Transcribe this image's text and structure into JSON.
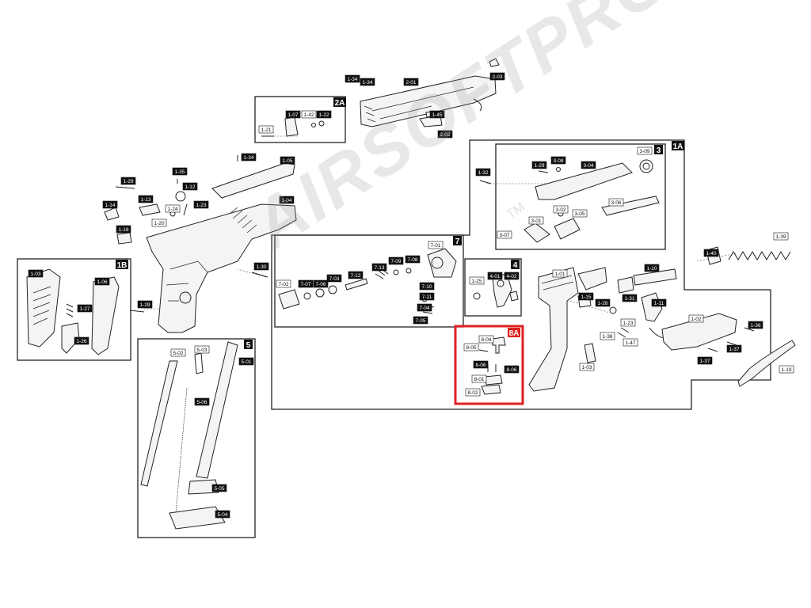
{
  "highlight_color": "#e02020",
  "watermark": {
    "text": "AIRSOFTPRO",
    "mark": "TM"
  },
  "sections": [
    {
      "id": "2A"
    },
    {
      "id": "1A"
    },
    {
      "id": "3"
    },
    {
      "id": "7"
    },
    {
      "id": "4"
    },
    {
      "id": "8A",
      "highlighted": true
    },
    {
      "id": "1B"
    },
    {
      "id": "5"
    }
  ],
  "labels": [
    {
      "text": "1-34",
      "style": "dark"
    },
    {
      "text": "1-34",
      "style": "dark"
    },
    {
      "text": "2-01",
      "style": "dark"
    },
    {
      "text": "2-03",
      "style": "dark"
    },
    {
      "text": "1-07",
      "style": "dark"
    },
    {
      "text": "1-42",
      "style": "light"
    },
    {
      "text": "1-22",
      "style": "dark"
    },
    {
      "text": "1-21",
      "style": "light"
    },
    {
      "text": "1-45",
      "style": "dark"
    },
    {
      "text": "2-02",
      "style": "dark"
    },
    {
      "text": "1-34",
      "style": "dark"
    },
    {
      "text": "1-05",
      "style": "dark"
    },
    {
      "text": "1-35",
      "style": "dark"
    },
    {
      "text": "1-29",
      "style": "dark"
    },
    {
      "text": "1-12",
      "style": "dark"
    },
    {
      "text": "1-13",
      "style": "dark"
    },
    {
      "text": "1-14",
      "style": "dark"
    },
    {
      "text": "1-24",
      "style": "light"
    },
    {
      "text": "1-23",
      "style": "dark"
    },
    {
      "text": "1-04",
      "style": "dark"
    },
    {
      "text": "1-20",
      "style": "light"
    },
    {
      "text": "1-18",
      "style": "dark"
    },
    {
      "text": "1-30",
      "style": "dark"
    },
    {
      "text": "1-29",
      "style": "dark"
    },
    {
      "text": "1-03",
      "style": "dark"
    },
    {
      "text": "1-06",
      "style": "dark"
    },
    {
      "text": "1-27",
      "style": "dark"
    },
    {
      "text": "1-26",
      "style": "dark"
    },
    {
      "text": "5-02",
      "style": "light"
    },
    {
      "text": "5-03",
      "style": "light"
    },
    {
      "text": "5-01",
      "style": "dark"
    },
    {
      "text": "5-06",
      "style": "dark"
    },
    {
      "text": "5-05",
      "style": "dark"
    },
    {
      "text": "5-04",
      "style": "dark"
    },
    {
      "text": "1-32",
      "style": "dark"
    },
    {
      "text": "1-29",
      "style": "dark"
    },
    {
      "text": "3-08",
      "style": "dark"
    },
    {
      "text": "3-04",
      "style": "dark"
    },
    {
      "text": "3-09",
      "style": "light"
    },
    {
      "text": "3-02",
      "style": "light"
    },
    {
      "text": "3-01",
      "style": "light"
    },
    {
      "text": "3-05",
      "style": "light"
    },
    {
      "text": "3-06",
      "style": "light"
    },
    {
      "text": "3-07",
      "style": "light"
    },
    {
      "text": "7-01",
      "style": "light"
    },
    {
      "text": "7-02",
      "style": "light"
    },
    {
      "text": "7-07",
      "style": "dark"
    },
    {
      "text": "7-06",
      "style": "dark"
    },
    {
      "text": "7-03",
      "style": "dark"
    },
    {
      "text": "7-12",
      "style": "dark"
    },
    {
      "text": "7-13",
      "style": "dark"
    },
    {
      "text": "7-09",
      "style": "dark"
    },
    {
      "text": "7-08",
      "style": "dark"
    },
    {
      "text": "7-10",
      "style": "dark"
    },
    {
      "text": "7-11",
      "style": "dark"
    },
    {
      "text": "7-04",
      "style": "dark"
    },
    {
      "text": "7-05",
      "style": "dark"
    },
    {
      "text": "1-25",
      "style": "light"
    },
    {
      "text": "4-01",
      "style": "dark"
    },
    {
      "text": "4-02",
      "style": "dark"
    },
    {
      "text": "8-04",
      "style": "light"
    },
    {
      "text": "8-05",
      "style": "light"
    },
    {
      "text": "8-06",
      "style": "dark"
    },
    {
      "text": "8-06",
      "style": "dark"
    },
    {
      "text": "8-01",
      "style": "light"
    },
    {
      "text": "8-02",
      "style": "light"
    },
    {
      "text": "1-01",
      "style": "light"
    },
    {
      "text": "1-10",
      "style": "dark"
    },
    {
      "text": "1-15",
      "style": "dark"
    },
    {
      "text": "1-28",
      "style": "dark"
    },
    {
      "text": "1-31",
      "style": "dark"
    },
    {
      "text": "1-11",
      "style": "dark"
    },
    {
      "text": "1-23",
      "style": "light"
    },
    {
      "text": "1-38",
      "style": "light"
    },
    {
      "text": "1-47",
      "style": "light"
    },
    {
      "text": "1-03",
      "style": "light"
    },
    {
      "text": "1-02",
      "style": "light"
    },
    {
      "text": "1-36",
      "style": "dark"
    },
    {
      "text": "1-37",
      "style": "dark"
    },
    {
      "text": "1-37",
      "style": "dark"
    },
    {
      "text": "1-19",
      "style": "light"
    },
    {
      "text": "1-40",
      "style": "dark"
    },
    {
      "text": "1-39",
      "style": "light"
    }
  ]
}
